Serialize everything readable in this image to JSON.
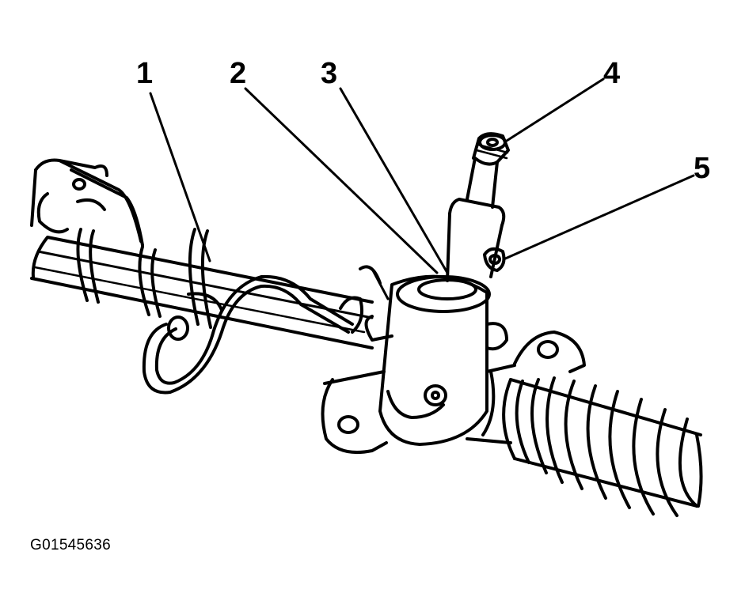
{
  "callouts": [
    "1",
    "2",
    "3",
    "4",
    "5"
  ],
  "figure_id": "G01545636",
  "colors": {
    "ink": "#000000",
    "background": "#ffffff"
  }
}
